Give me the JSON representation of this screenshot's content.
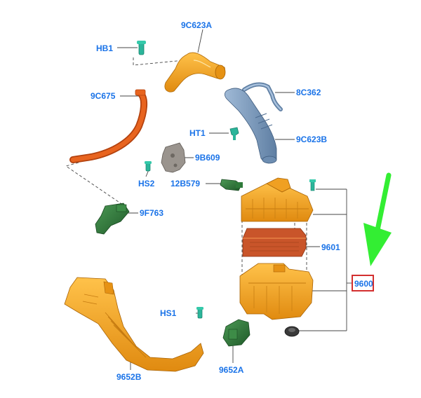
{
  "diagram": {
    "callouts": {
      "hb1": "HB1",
      "c623a": "9C623A",
      "c675": "9C675",
      "c362": "8C362",
      "ht1": "HT1",
      "c623b": "9C623B",
      "b609": "9B609",
      "hs2": "HS2",
      "b579": "12B579",
      "f763": "9F763",
      "p9601": "9601",
      "p9600": "9600",
      "hs1": "HS1",
      "p9652a": "9652A",
      "p9652b": "9652B"
    },
    "colors": {
      "callout_text": "#1a73e8",
      "highlight_box": "#d32f2f",
      "arrow": "#33ee33",
      "part_orange": "#f0a022",
      "part_orange_dark": "#c57a10",
      "hose_red": "#d8501c",
      "duct_blue": "#7e9dbf",
      "clip_teal": "#2bb59a",
      "sensor_green": "#2f7a3a",
      "filter_red": "#c9552a",
      "bracket_gray": "#8a8580"
    }
  }
}
